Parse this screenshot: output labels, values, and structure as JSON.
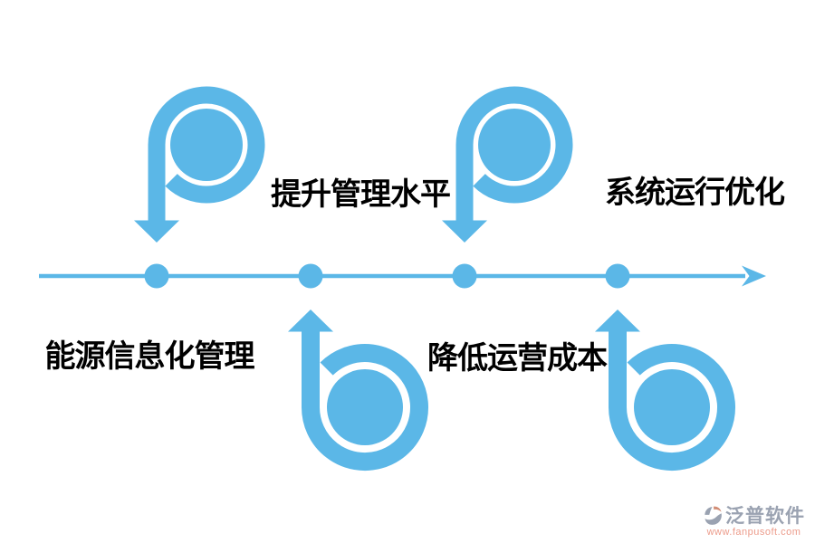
{
  "diagram": {
    "accent_color": "#5BB7E7",
    "label_color": "#000000",
    "timeline": {
      "dot_count": 4,
      "direction": "left-to-right"
    },
    "labels": {
      "top_left": "提升管理水平",
      "top_right": "系统运行优化",
      "bottom_left": "能源信息化管理",
      "bottom_right": "降低运营成本"
    }
  },
  "watermark": {
    "brand": "泛普软件",
    "url": "www.fanpusoft.com",
    "brand_color": "#9AA2B1",
    "url_color": "#EC9B8A"
  }
}
